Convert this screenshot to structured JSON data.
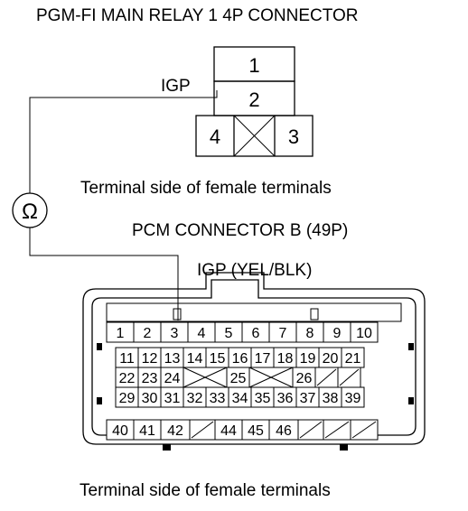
{
  "relay_connector": {
    "title": "PGM-FI MAIN RELAY 1 4P CONNECTOR",
    "terminal_labels": [
      "1",
      "2",
      "4",
      "3"
    ],
    "probe_label": "IGP",
    "caption": "Terminal side of female terminals"
  },
  "meter": {
    "symbol": "Ω",
    "icon": "ohmmeter-icon"
  },
  "pcm_connector": {
    "title": "PCM CONNECTOR B (49P)",
    "probe_label": "IGP (YEL/BLK)",
    "caption": "Terminal side of female terminals",
    "rows": [
      [
        "1",
        "2",
        "3",
        "4",
        "5",
        "6",
        "7",
        "8",
        "9",
        "10"
      ],
      [
        "11",
        "12",
        "13",
        "14",
        "15",
        "16",
        "17",
        "18",
        "19",
        "20",
        "21"
      ],
      [
        "22",
        "23",
        "24",
        "X",
        "25",
        "X",
        "26",
        "/",
        "/"
      ],
      [
        "29",
        "30",
        "31",
        "32",
        "33",
        "34",
        "35",
        "36",
        "37",
        "38",
        "39"
      ],
      [
        "40",
        "41",
        "42",
        "/",
        "44",
        "45",
        "46",
        "/",
        "/",
        "/"
      ]
    ]
  }
}
